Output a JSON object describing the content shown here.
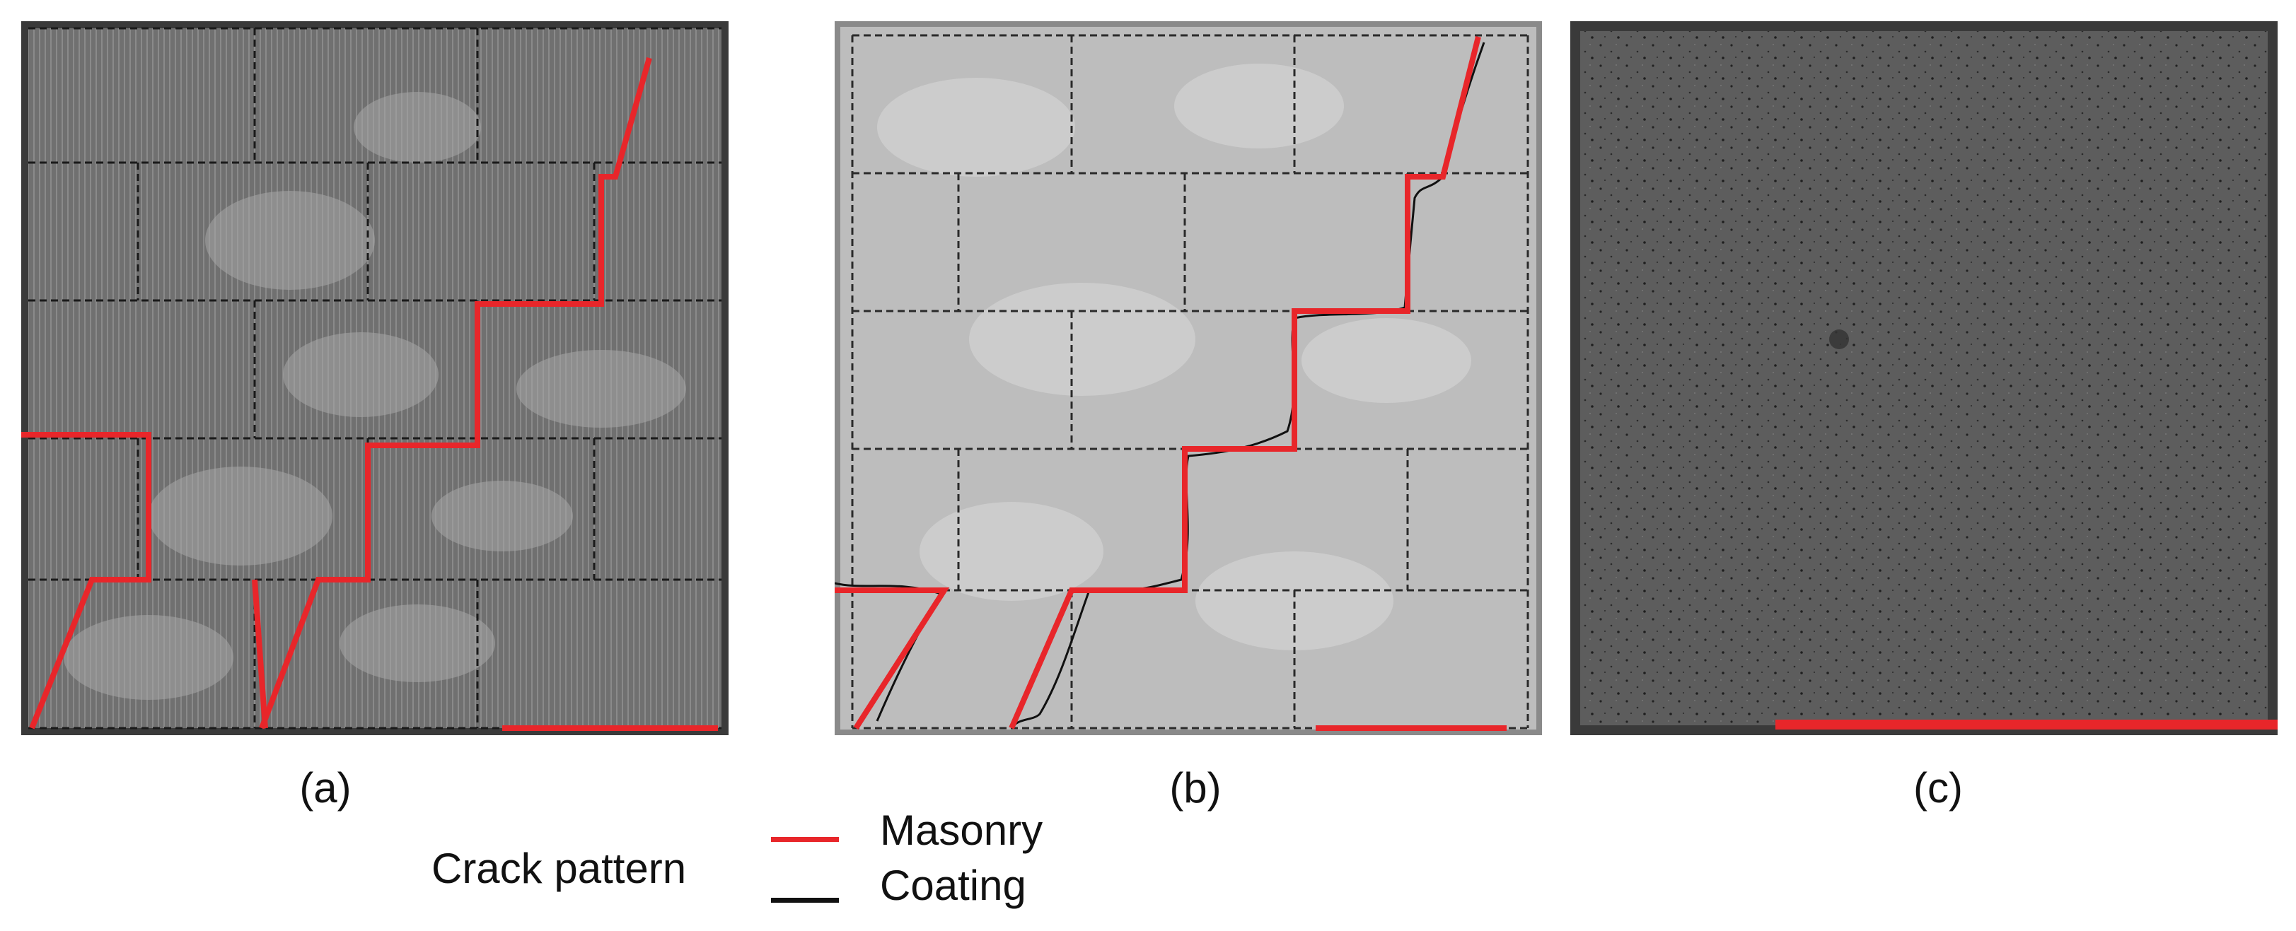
{
  "panels": [
    {
      "label": "(a)"
    },
    {
      "label": "(b)"
    },
    {
      "label": "(c)"
    }
  ],
  "legend": {
    "title": "Crack pattern",
    "items": [
      {
        "label": "Masonry",
        "color": "#e8262a"
      },
      {
        "label": "Coating",
        "color": "#111111"
      }
    ]
  },
  "colors": {
    "masonry_crack": "#e8262a",
    "coating_crack": "#111111",
    "panel_a_bg": "#6e6e6e",
    "panel_b_bg": "#b9b9b9",
    "panel_c_bg": "#5f5f5f"
  }
}
